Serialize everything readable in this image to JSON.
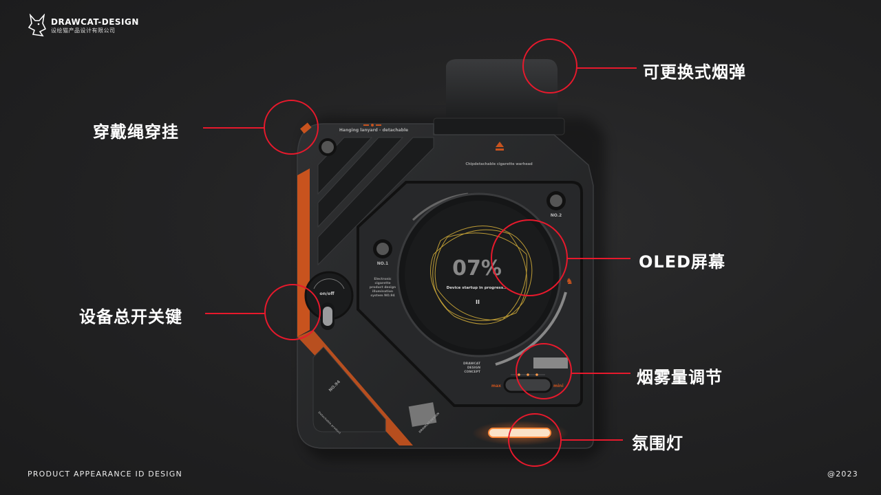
{
  "brand": {
    "name": "DRAWCAT-DESIGN",
    "subtitle": "设绘猫产品设计有限公司",
    "logo": "cat-logo-icon"
  },
  "footer": {
    "left": "PRODUCT APPEARANCE ID DESIGN",
    "right": "@2023"
  },
  "device": {
    "lanyard_text": "Hanging lanyard - detachable",
    "cartridge_text": "Chipdetachable cigarette warhead",
    "screen": {
      "percent": "07%",
      "status": "Device startup in progress...",
      "pause_symbol": "II"
    },
    "screw_labels": [
      "NO.1",
      "NO.2"
    ],
    "power_label": "on/off",
    "side_text": "Electronic cigarette product design illumination system NO.94",
    "concept_text": [
      "DRAWCAT",
      "DESIGN",
      "CONCEPT"
    ],
    "slider": {
      "max": "max",
      "min": "mini"
    },
    "panel_label": "NO.94",
    "panel_sub": "Detachable product",
    "badge_text": "DRAWCAT-DESIGN",
    "accent_color": "#c8531e",
    "ring_color": "#e8192c",
    "wave_color": "#d9b23a"
  },
  "callouts": [
    {
      "label": "可更换式烟弹"
    },
    {
      "label": "穿戴绳穿挂"
    },
    {
      "label": "OLED屏幕"
    },
    {
      "label": "设备总开关键"
    },
    {
      "label": "烟雾量调节"
    },
    {
      "label": "氛围灯"
    }
  ]
}
